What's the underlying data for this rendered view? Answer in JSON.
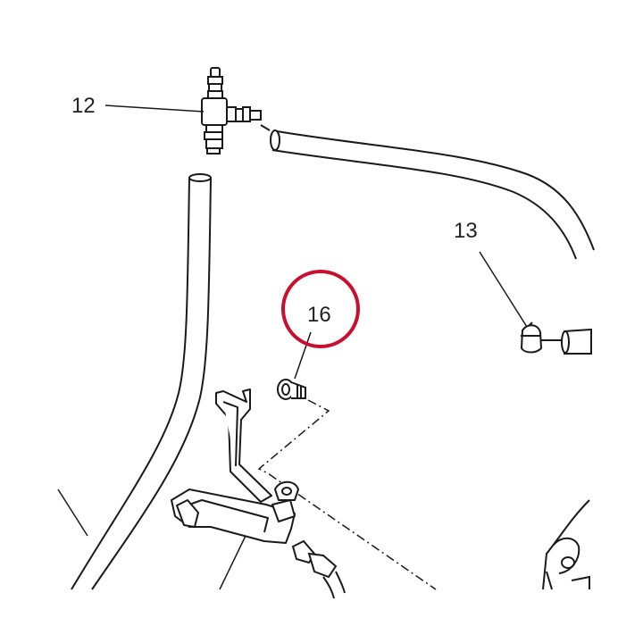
{
  "callouts": [
    {
      "id": "12",
      "label": "12"
    },
    {
      "id": "13",
      "label": "13"
    },
    {
      "id": "16",
      "label": "16",
      "highlighted": true
    }
  ],
  "colors": {
    "line": "#1a1a1a",
    "highlight": "#c8102e",
    "background": "#ffffff"
  }
}
